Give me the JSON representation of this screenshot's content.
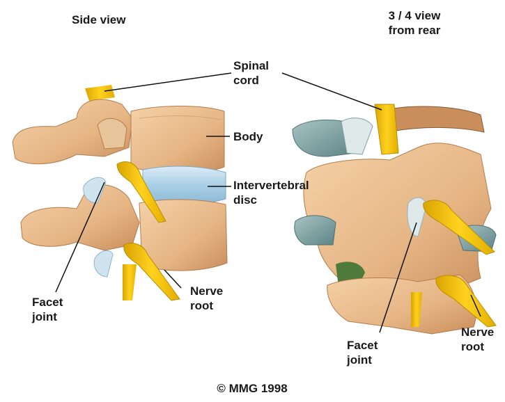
{
  "views": {
    "side": {
      "title": "Side view"
    },
    "rear": {
      "title": "3 / 4 view\nfrom rear"
    }
  },
  "labels": {
    "spinal_cord": "Spinal\ncord",
    "body": "Body",
    "intervertebral_disc": "Intervertebral\ndisc",
    "facet_joint_side": "Facet\njoint",
    "nerve_root_side": "Nerve\nroot",
    "facet_joint_rear": "Facet\njoint",
    "nerve_root_rear": "Nerve\nroot"
  },
  "copyright": "© MMG 1998",
  "colors": {
    "bone": "#e8b98a",
    "bone_dark": "#c98e5c",
    "disc": "#bcd9ec",
    "nerve": "#f2c200",
    "cartilage": "#7fa3a6"
  }
}
